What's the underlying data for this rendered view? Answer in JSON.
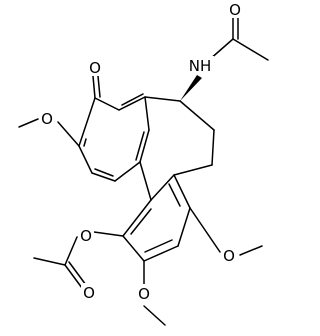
{
  "structure": {
    "atoms": [
      {
        "id": "oxo",
        "label": "O"
      },
      {
        "id": "nh",
        "label": "NH"
      },
      {
        "id": "amide-o",
        "label": "O"
      },
      {
        "id": "ome-tropone",
        "label": "O"
      },
      {
        "id": "oac-o",
        "label": "O"
      },
      {
        "id": "oac-co",
        "label": "O"
      },
      {
        "id": "ome-2",
        "label": "O"
      },
      {
        "id": "ome-3",
        "label": "O"
      }
    ]
  },
  "colors": {
    "bond": "#000000",
    "background": "#ffffff"
  }
}
